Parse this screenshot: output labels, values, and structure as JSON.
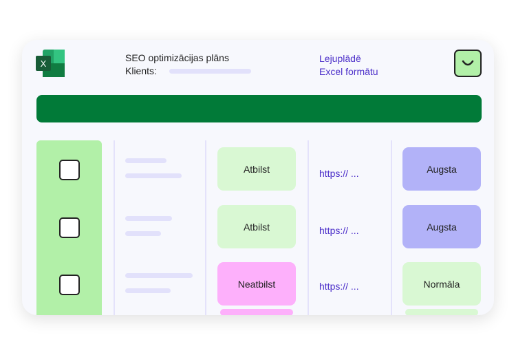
{
  "header": {
    "title": "SEO optimizācijas plāns",
    "client_label": "Klients:",
    "download_line1": "Lejuplādē",
    "download_line2": "Excel formātu",
    "logo_icon": "excel-icon",
    "app_icon": "smile-icon"
  },
  "colors": {
    "green_bar": "#017a38",
    "checkbox_column": "#b2f0a8",
    "match": "#d9f8d3",
    "mismatch": "#fdb0fb",
    "high": "#b2b2f8",
    "normal": "#d9f8d3",
    "link": "#4b2ec9"
  },
  "rows": [
    {
      "checked": false,
      "status": "Atbilst",
      "status_type": "match",
      "link": "https:// ...",
      "priority": "Augsta",
      "priority_type": "high"
    },
    {
      "checked": false,
      "status": "Atbilst",
      "status_type": "match",
      "link": "https:// ...",
      "priority": "Augsta",
      "priority_type": "high"
    },
    {
      "checked": false,
      "status": "Neatbilst",
      "status_type": "mismatch",
      "link": "https:// ...",
      "priority": "Normāla",
      "priority_type": "normal"
    }
  ]
}
